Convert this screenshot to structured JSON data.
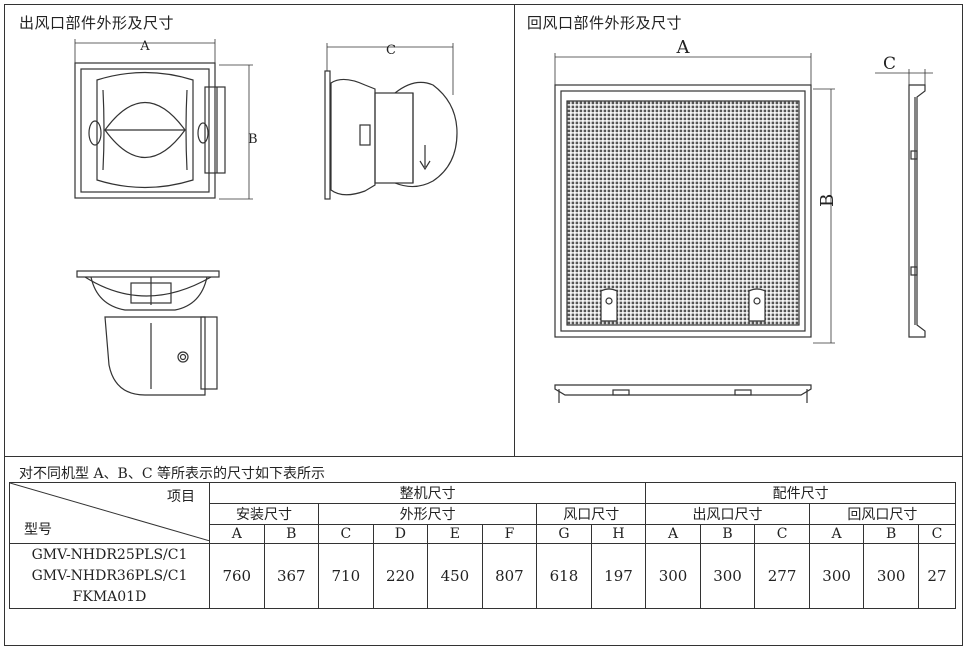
{
  "outlet": {
    "title": "出风口部件外形及尺寸",
    "dims": {
      "a": "A",
      "b": "B",
      "c": "C"
    }
  },
  "return_vent": {
    "title": "回风口部件外形及尺寸",
    "dims": {
      "a": "A",
      "b": "B",
      "c": "C"
    }
  },
  "caption": "对不同机型 A、B、C 等所表示的尺寸如下表所示",
  "table": {
    "corner_item": "项目",
    "corner_model": "型号",
    "group_unit": "整机尺寸",
    "group_parts": "配件尺寸",
    "sub_install": "安装尺寸",
    "sub_outline": "外形尺寸",
    "sub_port": "风口尺寸",
    "sub_outlet": "出风口尺寸",
    "sub_return": "回风口尺寸",
    "col_letters": [
      "A",
      "B",
      "C",
      "D",
      "E",
      "F",
      "G",
      "H",
      "A",
      "B",
      "C",
      "A",
      "B",
      "C"
    ],
    "models": [
      "GMV-NHDR25PLS/C1",
      "GMV-NHDR36PLS/C1",
      "FKMA01D"
    ],
    "values": [
      "760",
      "367",
      "710",
      "220",
      "450",
      "807",
      "618",
      "197",
      "300",
      "300",
      "277",
      "300",
      "300",
      "27"
    ]
  }
}
